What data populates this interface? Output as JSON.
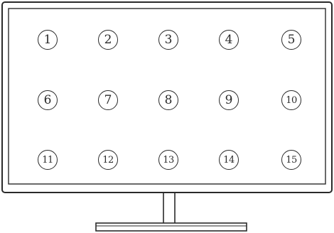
{
  "screen": {
    "cells": [
      {
        "label": "1"
      },
      {
        "label": "2"
      },
      {
        "label": "3"
      },
      {
        "label": "4"
      },
      {
        "label": "5"
      },
      {
        "label": "6"
      },
      {
        "label": "7"
      },
      {
        "label": "8"
      },
      {
        "label": "9"
      },
      {
        "label": "10"
      },
      {
        "label": "11"
      },
      {
        "label": "12"
      },
      {
        "label": "13"
      },
      {
        "label": "14"
      },
      {
        "label": "15"
      }
    ]
  },
  "colors": {
    "line": "#2a2a2a",
    "background": "#ffffff"
  }
}
